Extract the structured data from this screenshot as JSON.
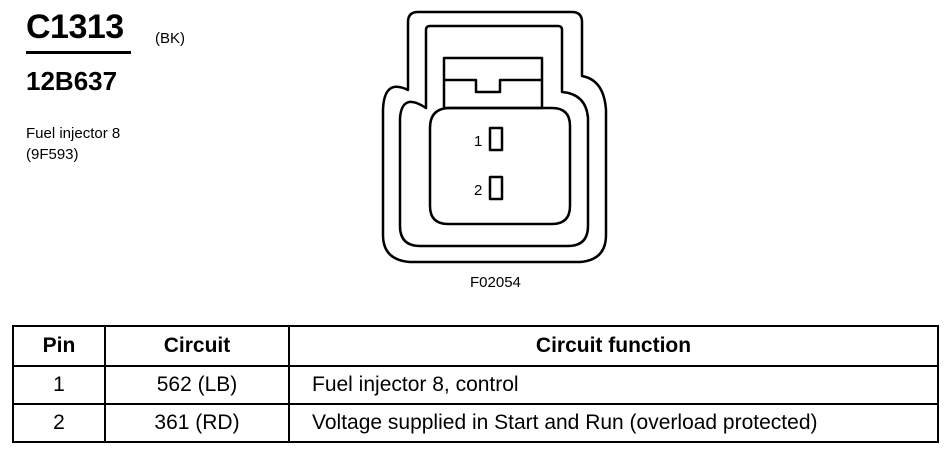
{
  "header": {
    "connector_id": "C1313",
    "color_code": "(BK)",
    "part_number": "12B637",
    "component_name": "Fuel injector 8",
    "component_code": "(9F593)"
  },
  "diagram": {
    "pin_labels": [
      "1",
      "2"
    ],
    "figure_code": "F02054"
  },
  "table": {
    "headers": [
      "Pin",
      "Circuit",
      "Circuit function"
    ],
    "rows": [
      {
        "pin": "1",
        "circuit": "562 (LB)",
        "function": "Fuel injector 8, control"
      },
      {
        "pin": "2",
        "circuit": "361 (RD)",
        "function": "Voltage supplied in Start and Run (overload protected)"
      }
    ]
  }
}
